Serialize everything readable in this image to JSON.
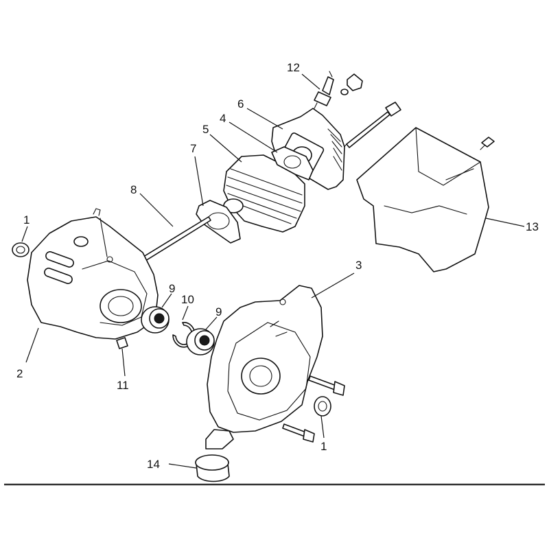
{
  "callouts": [
    {
      "id": "c1a",
      "text": "1"
    },
    {
      "id": "c1b",
      "text": "1"
    },
    {
      "id": "c2",
      "text": "2"
    },
    {
      "id": "c3",
      "text": "3"
    },
    {
      "id": "c4",
      "text": "4"
    },
    {
      "id": "c5",
      "text": "5"
    },
    {
      "id": "c6",
      "text": "6"
    },
    {
      "id": "c7",
      "text": "7"
    },
    {
      "id": "c8",
      "text": "8"
    },
    {
      "id": "c9a",
      "text": "9"
    },
    {
      "id": "c9b",
      "text": "9"
    },
    {
      "id": "c10",
      "text": "10"
    },
    {
      "id": "c11",
      "text": "11"
    },
    {
      "id": "c12",
      "text": "12"
    },
    {
      "id": "c13",
      "text": "13"
    },
    {
      "id": "c14",
      "text": "14"
    }
  ],
  "colors": {
    "line": "#111111",
    "background": "#ffffff"
  }
}
